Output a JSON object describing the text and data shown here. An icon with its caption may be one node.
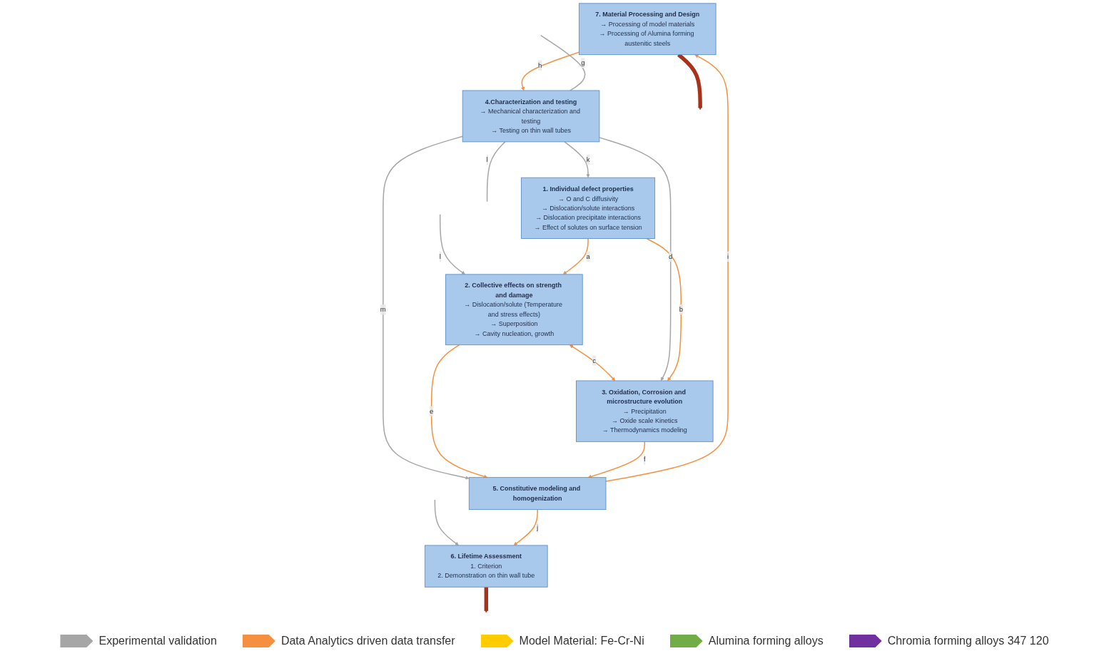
{
  "diagram": {
    "nodes": [
      {
        "text": [
          "6. Lifetime Assessment",
          "1. Criterion",
          "2. Demonstration on thin wall tube"
        ]
      },
      {
        "text": [
          "7. Material Processing and Design",
          "→ Processing of model materials",
          "→ Processing of Alumina forming austenitic steels"
        ]
      },
      {
        "text": [
          "5. Constitutive modeling and homogenization"
        ]
      },
      {
        "text": [
          "2. Collective effects on strength and damage",
          "→ Dislocation/solute (Temperature and stress effects)",
          "→ Superposition",
          "→ Cavity nucleation, growth"
        ]
      },
      {
        "text": [
          "3. Oxidation, Corrosion and microstructure evolution",
          "→ Precipitation",
          "→ Oxide scale Kinetics",
          "→ Thermodynamics modeling"
        ]
      },
      {
        "text": [
          "4.Characterization and testing",
          "→ Mechanical characterization and testing",
          "→ Testing on thin wall tubes"
        ]
      },
      {
        "text": [
          "1. Individual defect properties",
          "→ O and C diffusivity",
          "→ Dislocation/solute interactions",
          "→ Dislocation precipitate interactions",
          "→ Effect of solutes on surface tension"
        ]
      }
    ],
    "edges": [
      {
        "from": 0,
        "to": null,
        "arrow": "to",
        "style": "thick",
        "color": "#a8321a"
      },
      {
        "from": 1,
        "to": null,
        "arrow": "to",
        "style": "thick",
        "color": "#a8321a"
      },
      {
        "from": null,
        "to": 0,
        "arrow": "to",
        "color": "#a6a6a6"
      },
      {
        "from": 2,
        "to": 0,
        "arrow": "to",
        "label": "j"
      },
      {
        "from": 2,
        "to": 1,
        "arrow": "to",
        "label": "i"
      },
      {
        "from": 1,
        "to": 5,
        "arrow": "to",
        "label": "h"
      },
      {
        "from": 5,
        "to": 2,
        "arrow": "to",
        "label": "m",
        "color": "#a6a6a6"
      },
      {
        "from": null,
        "to": 5,
        "arrow": "none",
        "label": "g",
        "color": "#a6a6a6"
      },
      {
        "from": 3,
        "to": 2,
        "arrow": "to",
        "label": "e"
      },
      {
        "from": 4,
        "to": 2,
        "arrow": "to",
        "label": "f"
      },
      {
        "from": null,
        "to": 3,
        "arrow": "to",
        "label": "l",
        "color": "#a6a6a6"
      },
      {
        "from": 3,
        "to": 4,
        "arrow": "both",
        "label": "c"
      },
      {
        "from": 5,
        "to": 4,
        "arrow": "to",
        "label": "d",
        "color": "#a6a6a6"
      },
      {
        "from": 5,
        "to": null,
        "arrow": "none",
        "label": "l",
        "color": "#a6a6a6"
      },
      {
        "from": 6,
        "to": 3,
        "arrow": "to",
        "label": "a"
      },
      {
        "from": 6,
        "to": 4,
        "arrow": "to",
        "label": "b"
      },
      {
        "from": 5,
        "to": 6,
        "arrow": "to",
        "label": "k",
        "color": "#a6a6a6"
      }
    ],
    "legend": [
      {
        "text": "Experimental validation",
        "color": "#a6a6a6"
      },
      {
        "text": "Data Analytics driven data transfer",
        "color": "#f4903f"
      },
      {
        "text": "Model Material: Fe-Cr-Ni",
        "color": "#ffcc00"
      },
      {
        "text": "Alumina forming alloys",
        "color": "#70ad47"
      },
      {
        "text": "Chromia forming alloys 347 120",
        "color": "#7030a0"
      }
    ]
  }
}
